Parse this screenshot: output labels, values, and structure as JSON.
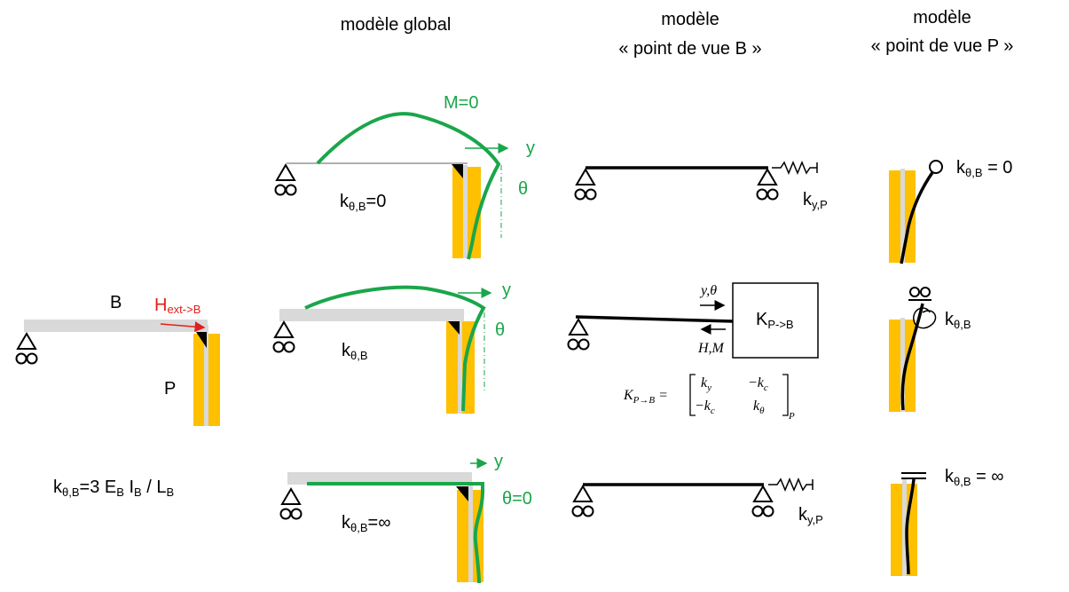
{
  "headers": {
    "global": "modèle global",
    "viewB_line1": "modèle",
    "viewB_line2": "« point de vue B »",
    "viewP_line1": "modèle",
    "viewP_line2": "« point de vue P »"
  },
  "left_model": {
    "beam_label": "B",
    "pile_label": "P",
    "force_main": "H",
    "force_sub": "ext->B",
    "formula": {
      "k": "k",
      "k_sub": "θ,B",
      "eq": "=3 E",
      "e_sub": "B",
      "i": " I",
      "i_sub": "B",
      "slash": " / L",
      "l_sub": "B"
    }
  },
  "row1": {
    "moment": "M=0",
    "y": "y",
    "theta": "θ",
    "k": "k",
    "k_sub": "θ,B",
    "k_val": "=0",
    "spring": "k",
    "spring_sub": "y,P",
    "p_k": "k",
    "p_sub": "θ,B",
    "p_val": " = 0"
  },
  "row2": {
    "y": "y",
    "theta": "θ",
    "k": "k",
    "k_sub": "θ,B",
    "arrow_top": "y,θ",
    "arrow_bottom": "H,M",
    "box_main": "K",
    "box_sub": "P->B",
    "matrix_lhs": "K",
    "matrix_lhs_sub": "P→B",
    "matrix_eq": "=",
    "m11": "k",
    "m11_sub": "y",
    "m12": "−k",
    "m12_sub": "c",
    "m21": "−k",
    "m21_sub": "c",
    "m22": "k",
    "m22_sub": "θ",
    "matrix_sub": "P",
    "p_k": "k",
    "p_sub": "θ,B"
  },
  "row3": {
    "y": "y",
    "theta": "θ=0",
    "k": "k",
    "k_sub": "θ,B",
    "k_val": "=∞",
    "spring": "k",
    "spring_sub": "y,P",
    "p_k": "k",
    "p_sub": "θ,B",
    "p_val": " = ∞"
  },
  "colors": {
    "deformed": "#1aa64a",
    "force": "#e0201a",
    "pile": "#ffc000",
    "beam": "#d9d9d9"
  }
}
